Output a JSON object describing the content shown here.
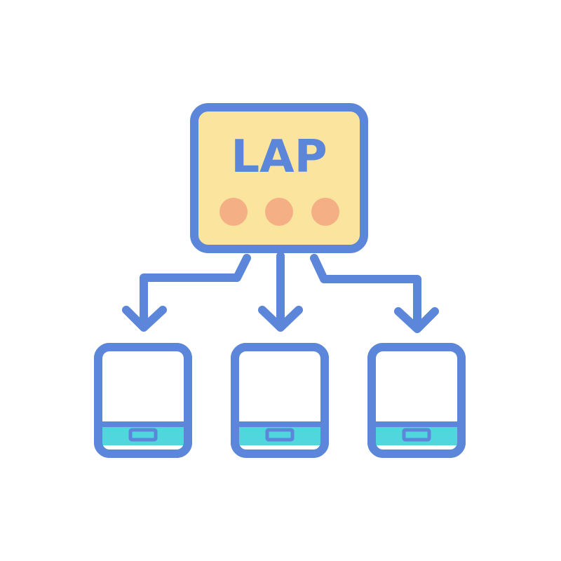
{
  "server": {
    "label": "LAP",
    "indicator_count": 3
  },
  "devices": {
    "count": 3
  },
  "colors": {
    "outline": "#5B86D9",
    "server_fill": "#FBE49E",
    "indicator": "#F5AF85",
    "device_fill": "#FFFFFF",
    "device_bar": "#4FD7DD"
  },
  "icons": {
    "server": "server-box-icon",
    "arrow": "down-arrow-icon",
    "device": "tablet-icon"
  }
}
